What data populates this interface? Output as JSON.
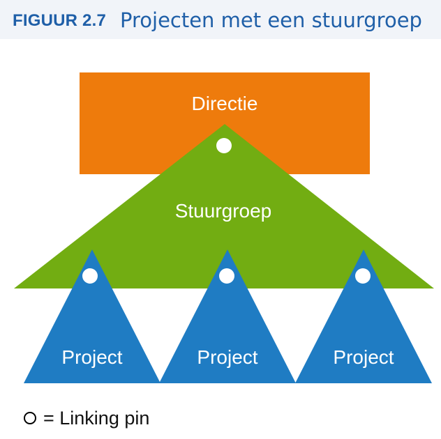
{
  "figure": {
    "label": "FIGUUR 2.7",
    "title": "Projecten met een stuurgroep"
  },
  "diagram": {
    "directie": "Directie",
    "stuurgroep": "Stuurgroep",
    "projects": [
      "Project",
      "Project",
      "Project"
    ]
  },
  "legend": {
    "text": "= Linking pin"
  },
  "colors": {
    "accent": "#1f5fa8",
    "directie": "#ee7b0c",
    "stuurgroep": "#72ad12",
    "project": "#1f7cc3",
    "header_bg": "#f1f4f9"
  }
}
